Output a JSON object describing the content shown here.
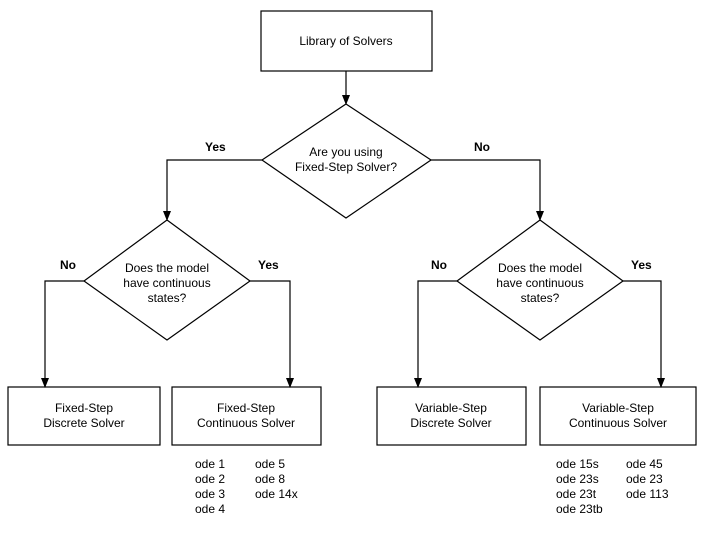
{
  "nodes": {
    "root": {
      "text": "Library of Solvers"
    },
    "decision_main": {
      "line1": "Are you using",
      "line2": "Fixed-Step Solver?"
    },
    "decision_left": {
      "line1": "Does the model",
      "line2": "have continuous",
      "line3": "states?"
    },
    "decision_right": {
      "line1": "Does the model",
      "line2": "have continuous",
      "line3": "states?"
    },
    "fixed_discrete": {
      "line1": "Fixed-Step",
      "line2": "Discrete Solver"
    },
    "fixed_continuous": {
      "line1": "Fixed-Step",
      "line2": "Continuous Solver"
    },
    "variable_discrete": {
      "line1": "Variable-Step",
      "line2": "Discrete Solver"
    },
    "variable_continuous": {
      "line1": "Variable-Step",
      "line2": "Continuous Solver"
    }
  },
  "edge_labels": {
    "main_yes": "Yes",
    "main_no": "No",
    "left_no": "No",
    "left_yes": "Yes",
    "right_no": "No",
    "right_yes": "Yes"
  },
  "solver_lists": {
    "fixed_continuous": {
      "col1": [
        "ode 1",
        "ode 2",
        "ode 3",
        "ode 4"
      ],
      "col2": [
        "ode 5",
        "ode 8",
        "ode 14x"
      ]
    },
    "variable_continuous": {
      "col1": [
        "ode 15s",
        "ode 23s",
        "ode 23t",
        "ode 23tb"
      ],
      "col2": [
        "ode 45",
        "ode 23",
        "ode 113"
      ]
    }
  }
}
